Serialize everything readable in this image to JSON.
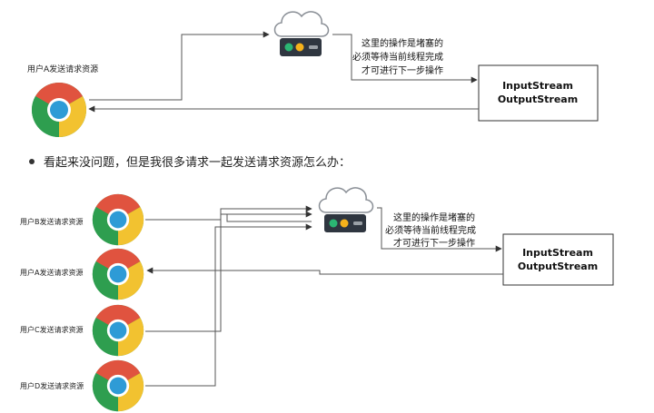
{
  "top": {
    "user_label": "用户A发送请求资源",
    "server_note": [
      "这里的操作是堵塞的",
      "必须等待当前线程完成",
      "才可进行下一步操作"
    ],
    "stream_box": [
      "InputStream",
      "OutputStream"
    ]
  },
  "bullet": {
    "text": "看起来没问题，但是我很多请求一起发送请求资源怎么办："
  },
  "bottom": {
    "users": [
      {
        "label": "用户B发送请求资源"
      },
      {
        "label": "用户A发送请求资源"
      },
      {
        "label": "用户C发送请求资源"
      },
      {
        "label": "用户D发送请求资源"
      }
    ],
    "server_note": [
      "这里的操作是堵塞的",
      "必须等待当前线程完成",
      "才可进行下一步操作"
    ],
    "stream_box": [
      "InputStream",
      "OutputStream"
    ]
  },
  "colors": {
    "browser_red": "#E0533F",
    "browser_green": "#2E9E4F",
    "browser_yellow": "#F2C230",
    "browser_blue": "#2E9BD6",
    "server_green": "#2BB673",
    "server_yellow": "#F6B21B",
    "server_body": "#2F3640"
  },
  "icons": [
    "browser-icon",
    "cloud-server-icon"
  ]
}
